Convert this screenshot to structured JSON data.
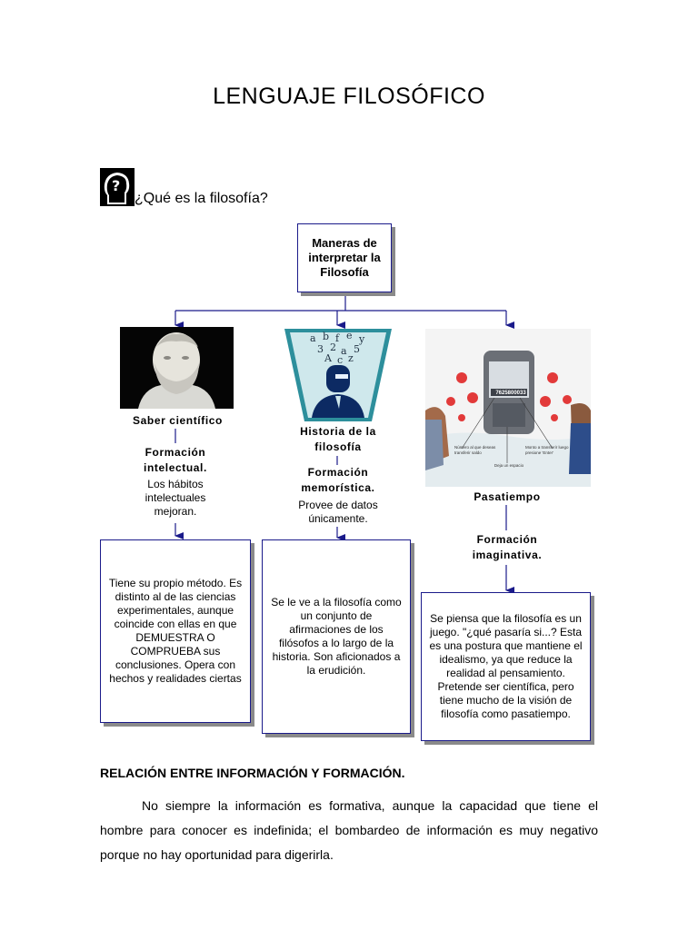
{
  "title": "LENGUAJE FILOSÓFICO",
  "question": "¿Qué es la filosofía?",
  "root": "Maneras de interpretar la Filosofía",
  "branches": [
    {
      "label": "Saber científico",
      "formation": "Formación intelectual.",
      "desc": "Los hábitos intelectuales mejoran.",
      "box": "Tiene su propio método. Es distinto al de las ciencias experimentales, aunque coincide con ellas en que DEMUESTRA O COMPRUEBA sus conclusiones. Opera con hechos y realidades ciertas"
    },
    {
      "label": "Historia de la filosofía",
      "formation": "Formación memorística.",
      "desc": "Provee de datos únicamente.",
      "box": "Se le ve a la filosofía como un conjunto de afirmaciones de los filósofos a lo largo de la historia. Son aficionados a la erudición."
    },
    {
      "label": "Pasatiempo",
      "formation": "Formación imaginativa.",
      "box": "Se piensa que la filosofía es un juego. \"¿qué pasaría si...? Esta es una postura que mantiene el idealismo, ya que reduce la realidad al pensamiento. Pretende ser científica, pero tiene mucho de la visión de filosofía como pasatiempo."
    }
  ],
  "phone_text": {
    "number": "7625800033",
    "left_note": "Número al que deseas transferir saldo",
    "right_note": "Monto a transferir luego presione 'Enter'",
    "bottom_note": "Deja un espacio"
  },
  "section_heading": "RELACIÓN ENTRE INFORMACIÓN Y FORMACIÓN.",
  "paragraph": "No siempre la información es formativa, aunque la capacidad que tiene el hombre para conocer es indefinida; el bombardeo de información es muy negativo porque no hay oportunidad para digerirla."
}
